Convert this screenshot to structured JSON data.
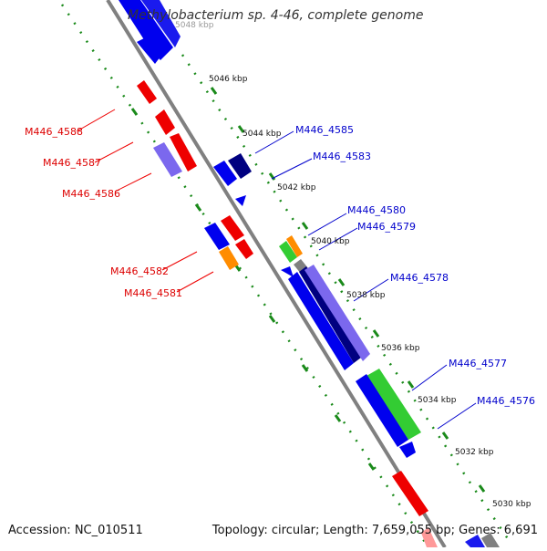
{
  "title": "Methylobacterium sp. 4-46, complete genome",
  "footer": {
    "accession": "Accession: NC_010511",
    "summary": "Topology: circular; Length: 7,659,055 bp; Genes: 6,691"
  },
  "colors": {
    "forward_cds": "#0000ee",
    "reverse_cds": "#ee0000",
    "dark_cds": "#000080",
    "purple_cds": "#7b68ee",
    "green_cds": "#33cc33",
    "orange_cds": "#ff8c00",
    "backbone": "#808080",
    "tick_track": "#1a8a1a",
    "forward_label": "#0000cc",
    "reverse_label": "#dd0000"
  },
  "ticks": [
    {
      "label": "5048 kbp"
    },
    {
      "label": "5046 kbp"
    },
    {
      "label": "5044 kbp"
    },
    {
      "label": "5042 kbp"
    },
    {
      "label": "5040 kbp"
    },
    {
      "label": "5038 kbp"
    },
    {
      "label": "5036 kbp"
    },
    {
      "label": "5034 kbp"
    },
    {
      "label": "5032 kbp"
    },
    {
      "label": "5030 kbp"
    }
  ],
  "genes": [
    {
      "id": "M446_4588",
      "strand": "reverse"
    },
    {
      "id": "M446_4587",
      "strand": "reverse"
    },
    {
      "id": "M446_4586",
      "strand": "reverse"
    },
    {
      "id": "M446_4582",
      "strand": "reverse"
    },
    {
      "id": "M446_4581",
      "strand": "reverse"
    },
    {
      "id": "M446_4585",
      "strand": "forward"
    },
    {
      "id": "M446_4583",
      "strand": "forward"
    },
    {
      "id": "M446_4580",
      "strand": "forward"
    },
    {
      "id": "M446_4579",
      "strand": "forward"
    },
    {
      "id": "M446_4578",
      "strand": "forward"
    },
    {
      "id": "M446_4577",
      "strand": "forward"
    },
    {
      "id": "M446_4576",
      "strand": "forward"
    }
  ]
}
